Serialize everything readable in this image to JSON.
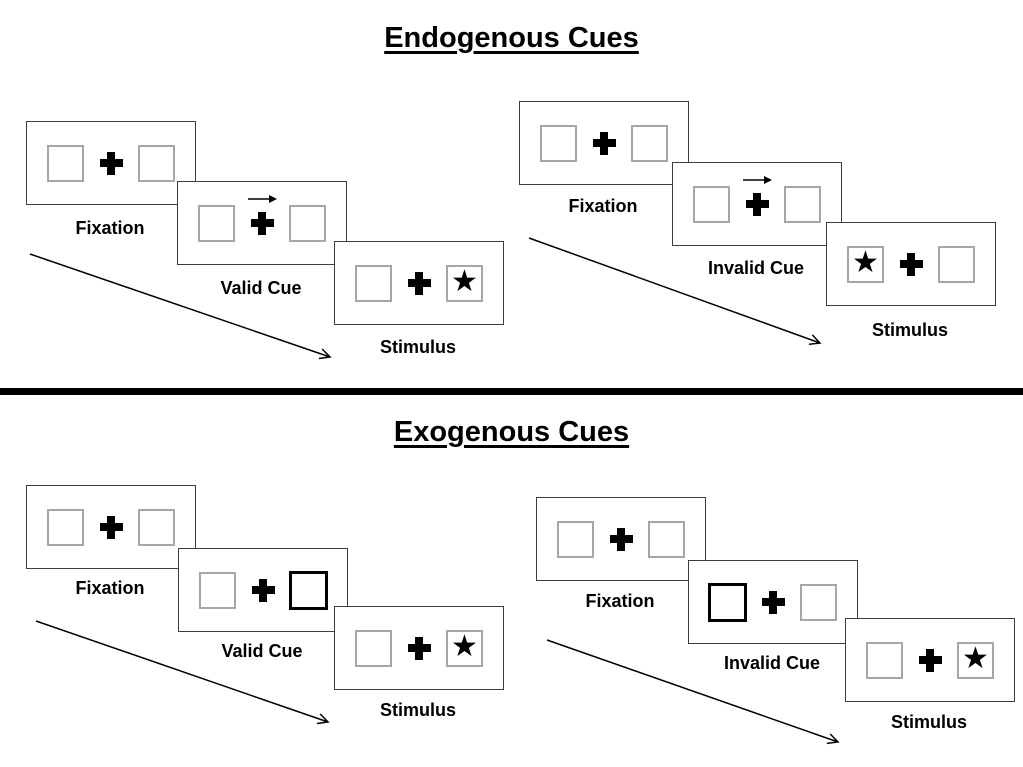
{
  "sections": [
    {
      "title": "Endogenous Cues"
    },
    {
      "title": "Exogenous Cues"
    }
  ],
  "icons": {
    "fixation_cross": "plus-cross",
    "stimulus_star": "★",
    "cue_arrow": "arrow-right"
  },
  "colors": {
    "panel_border": "#3d3d3d",
    "box_border": "#a6a6a6",
    "cued_box_border": "#000000",
    "ink": "#000000"
  },
  "groups": [
    {
      "id": "endogenous-valid",
      "panels": [
        {
          "label": "Fixation",
          "cue": null,
          "star": null
        },
        {
          "label": "Valid Cue",
          "cue": "arrow-right",
          "star": null
        },
        {
          "label": "Stimulus",
          "cue": null,
          "star": "right"
        }
      ]
    },
    {
      "id": "endogenous-invalid",
      "panels": [
        {
          "label": "Fixation",
          "cue": null,
          "star": null
        },
        {
          "label": "Invalid Cue",
          "cue": "arrow-right",
          "star": null
        },
        {
          "label": "Stimulus",
          "cue": null,
          "star": "left"
        }
      ]
    },
    {
      "id": "exogenous-valid",
      "panels": [
        {
          "label": "Fixation",
          "cue": null,
          "star": null
        },
        {
          "label": "Valid Cue",
          "cue": "box-right",
          "star": null
        },
        {
          "label": "Stimulus",
          "cue": null,
          "star": "right"
        }
      ]
    },
    {
      "id": "exogenous-invalid",
      "panels": [
        {
          "label": "Fixation",
          "cue": null,
          "star": null
        },
        {
          "label": "Invalid Cue",
          "cue": "box-left",
          "star": null
        },
        {
          "label": "Stimulus",
          "cue": null,
          "star": "right"
        }
      ]
    }
  ]
}
